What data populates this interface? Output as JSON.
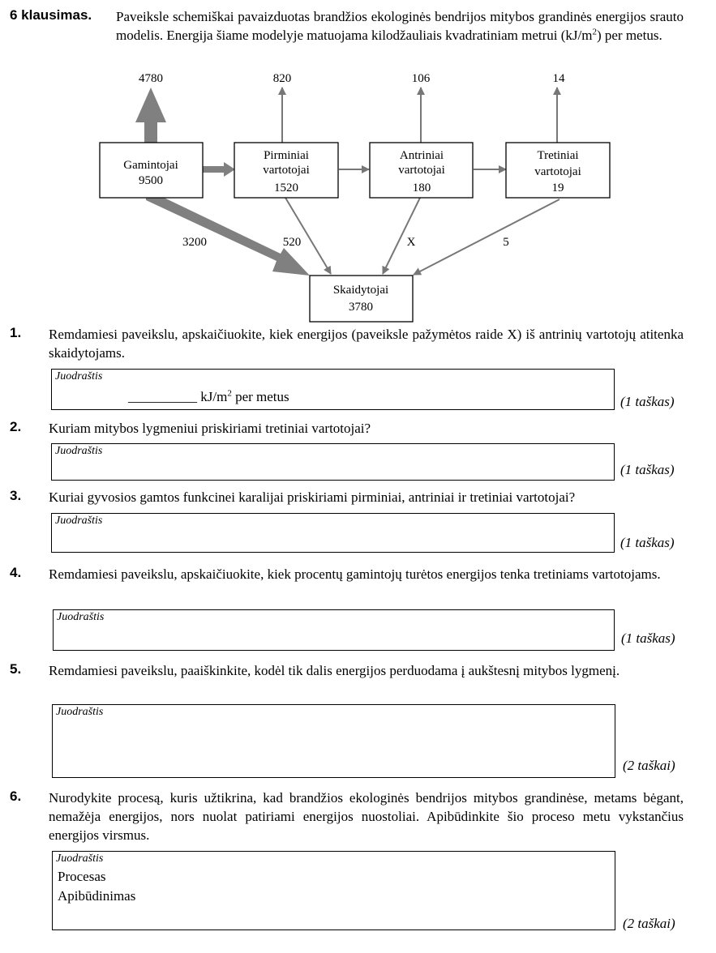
{
  "header": {
    "question_label": "6 klausimas.",
    "intro_part1": "Paveikslе schemiškai pavaizduotas brandžios ekologinės bendrijos mitybos grandinės energijos srauto modelis. Energija šiame modelyje matuojama kilodžauliais kvadratiniam metrui (kJ/m",
    "intro_sup": "2",
    "intro_part2": ") per metus."
  },
  "diagram": {
    "boxes": {
      "producers": {
        "line1": "Gamintojai",
        "line2": "9500"
      },
      "primary": {
        "line1": "Pirminiai",
        "line2": "vartotojai",
        "line3": "1520"
      },
      "secondary": {
        "line1": "Antriniai",
        "line2": "vartotojai",
        "line3": "180"
      },
      "tertiary": {
        "line1": "Tretiniai",
        "line2": "vartotojai",
        "line3": "19"
      },
      "decomposers": {
        "line1": "Skaidytojai",
        "line2": "3780"
      }
    },
    "loss_values": [
      "4780",
      "820",
      "106",
      "14"
    ],
    "decomposer_flows": [
      "3200",
      "520",
      "X",
      "5"
    ]
  },
  "questions": [
    {
      "number": "1.",
      "text": "Remdamiesi paveikslu, apskaičiuokite, kiek energijos (paveiksle pažymėtos raide X) iš antrinių vartotojų atitenka skaidytojams.",
      "draft": "Juodraštis",
      "fill_blank": "__________",
      "fill_unit": " kJ/m",
      "fill_sup": "2",
      "fill_after": " per metus",
      "points": "(1 taškas)"
    },
    {
      "number": "2.",
      "text": "Kuriam mitybos lygmeniui priskiriami tretiniai vartotojai?",
      "draft": "Juodraštis",
      "points": "(1 taškas)"
    },
    {
      "number": "3.",
      "text": "Kuriai gyvosios gamtos funkcinei karalijai priskiriami pirminiai, antriniai ir tretiniai vartotojai?",
      "draft": "Juodraštis",
      "points": "(1 taškas)"
    },
    {
      "number": "4.",
      "text": "Remdamiesi paveikslu, apskaičiuokite, kiek procentų gamintojų turėtos energijos tenka tretiniams vartotojams.",
      "draft": "Juodraštis",
      "points": "(1 taškas)"
    },
    {
      "number": "5.",
      "text": "Remdamiesi paveikslu, paaiškinkite, kodėl tik dalis energijos perduodama į aukštesnį mitybos lygmenį.",
      "draft": "Juodraštis",
      "points": "(2 taškai)"
    },
    {
      "number": "6.",
      "text": "Nurodykite procesą, kuris užtikrina, kad brandžios ekologinės bendrijos mitybos grandinėse, metams bėgant, nemažėja energijos, nors nuolat patiriami energijos nuostoliai. Apibūdinkite šio proceso metu vykstančius energijos virsmus.",
      "draft": "Juodraštis",
      "line1": "Procesas",
      "line2": "Apibūdinimas",
      "points": "(2 taškai)"
    }
  ]
}
